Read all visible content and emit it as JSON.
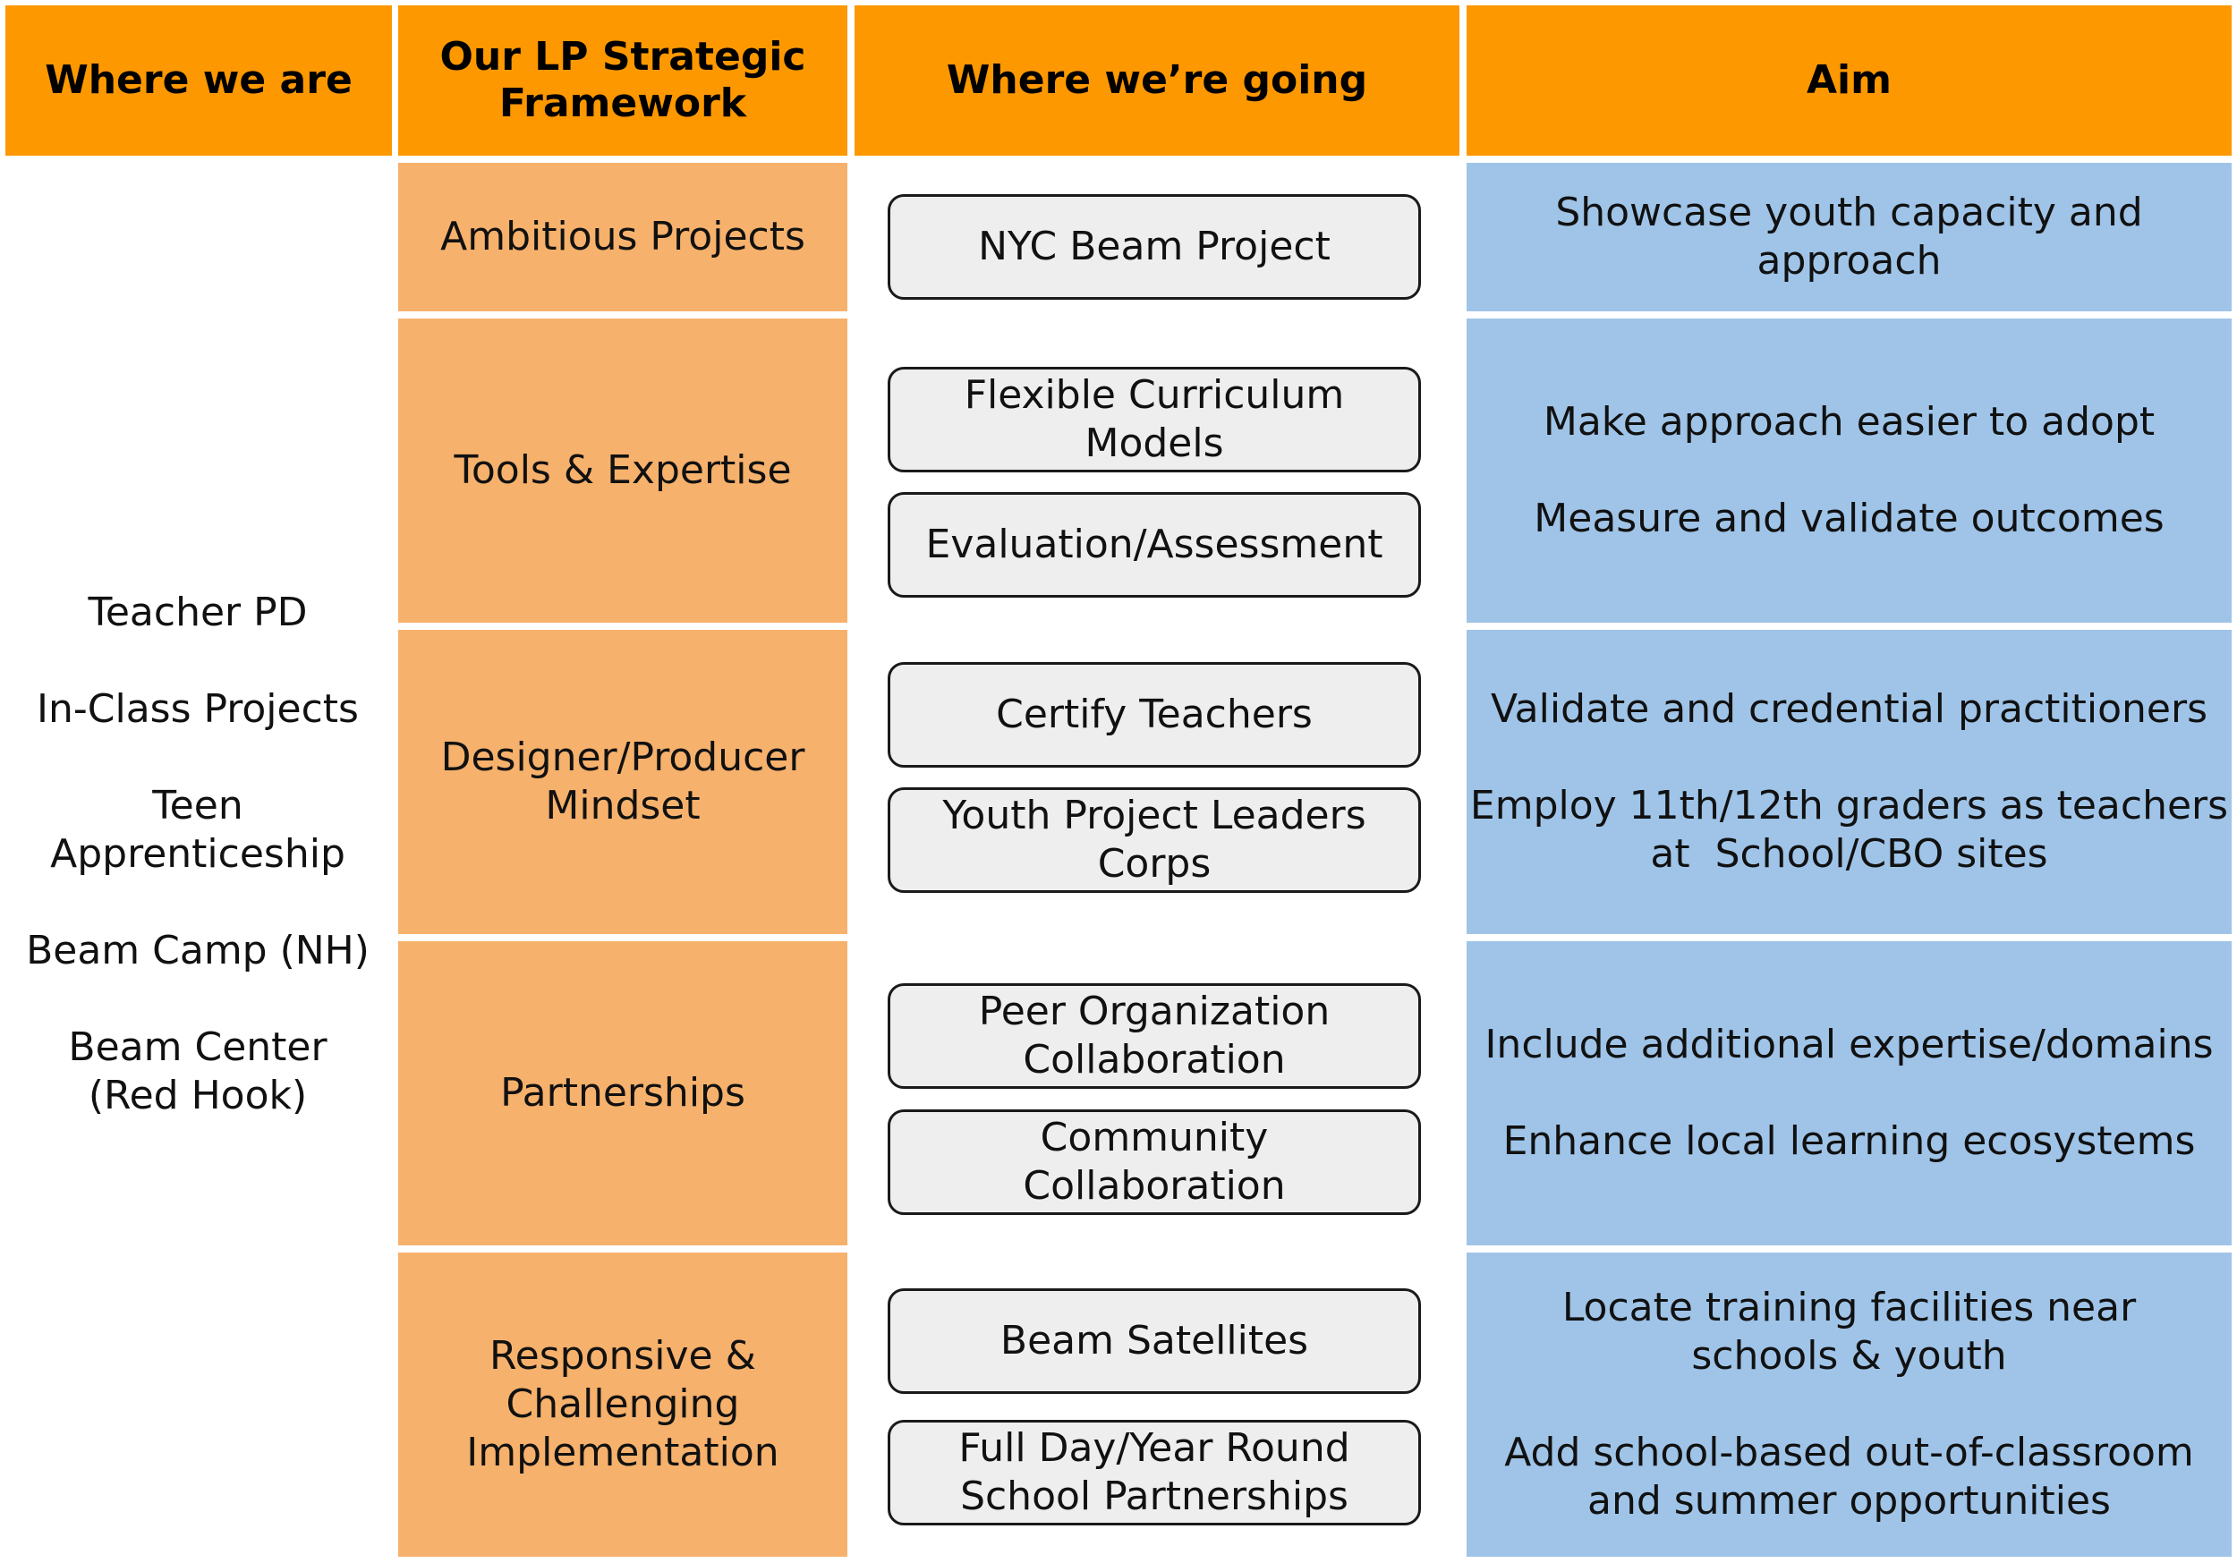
{
  "headers": {
    "col1": "Where we are",
    "col2_line1": "Our LP Strategic",
    "col2_line2": "Framework",
    "col3": "Where we’re going",
    "col4": "Aim"
  },
  "where_we_are": {
    "item1": "Teacher PD",
    "item2": "In-Class Projects",
    "item3_line1": "Teen",
    "item3_line2": "Apprenticeship",
    "item4": "Beam Camp (NH)",
    "item5_line1": "Beam Center",
    "item5_line2": "(Red Hook)"
  },
  "framework": {
    "r1": "Ambitious Projects",
    "r2": "Tools & Expertise",
    "r3_line1": "Designer/Producer",
    "r3_line2": "Mindset",
    "r4": "Partnerships",
    "r5_line1": "Responsive &",
    "r5_line2": "Challenging",
    "r5_line3": "Implementation"
  },
  "going": {
    "b1": "NYC Beam Project",
    "b2_line1": "Flexible Curriculum",
    "b2_line2": "Models",
    "b3": "Evaluation/Assessment",
    "b4": "Certify Teachers",
    "b5_line1": "Youth Project Leaders",
    "b5_line2": "Corps",
    "b6_line1": "Peer Organization",
    "b6_line2": "Collaboration",
    "b7_line1": "Community",
    "b7_line2": "Collaboration",
    "b8": "Beam Satellites",
    "b9_line1": "Full Day/Year Round",
    "b9_line2": "School Partnerships"
  },
  "aim": {
    "r1": "Showcase youth capacity and approach",
    "r2a": "Make approach easier to adopt",
    "r2b": "Measure and validate outcomes",
    "r3a": "Validate and credential practitioners",
    "r3b_line1": "Employ 11th/12th graders as teachers",
    "r3b_line2": "at  School/CBO sites",
    "r4a": "Include additional expertise/domains",
    "r4b": "Enhance local learning ecosystems",
    "r5a_line1": "Locate training facilities near",
    "r5a_line2": "schools & youth",
    "r5b_line1": "Add school-based out-of-classroom",
    "r5b_line2": "and summer opportunities"
  },
  "colors": {
    "header_orange": "#fd9800",
    "framework_orange": "#f6b16c",
    "aim_blue": "#9fc4e8",
    "box_gray": "#eeeeee"
  }
}
